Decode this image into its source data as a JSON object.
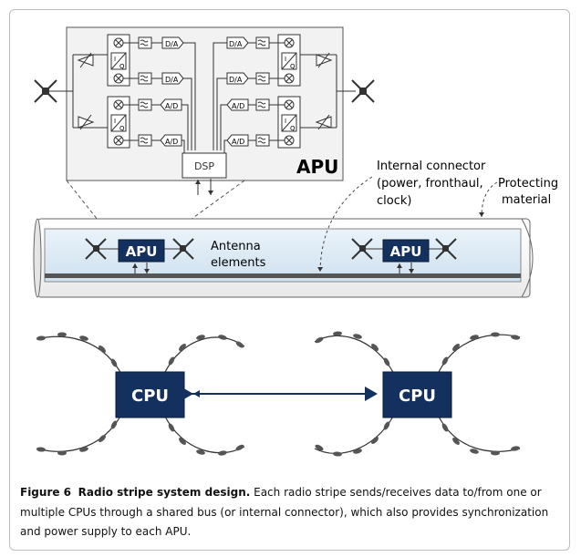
{
  "apu_detail": {
    "title": "APU",
    "dsp_label": "DSP",
    "dac_label": "D/A",
    "adc_label": "A/D",
    "iq_label_i": "I",
    "iq_label_q": "Q"
  },
  "stripe": {
    "apu_label": "APU",
    "antenna_label_line1": "Antenna",
    "antenna_label_line2": "elements",
    "connector_label_line1": "Internal connector",
    "connector_label_line2": "(power, fronthaul,",
    "connector_label_line3": "clock)",
    "protecting_label_line1": "Protecting",
    "protecting_label_line2": "material"
  },
  "cpu": {
    "left_label": "CPU",
    "right_label": "CPU"
  },
  "caption": {
    "figure_label": "Figure 6",
    "title": "Radio stripe system design.",
    "text": "Each radio stripe sends/receives data to/from one or multiple CPUs through a shared bus (or internal connector), which also provides synchronization and power supply to each APU."
  },
  "colors": {
    "apu_box": "#14305e",
    "cpu_box": "#14305e",
    "stripe_fill": "#dbe9f4",
    "bus": "#555555",
    "panel_fill": "#f2f2f2"
  }
}
